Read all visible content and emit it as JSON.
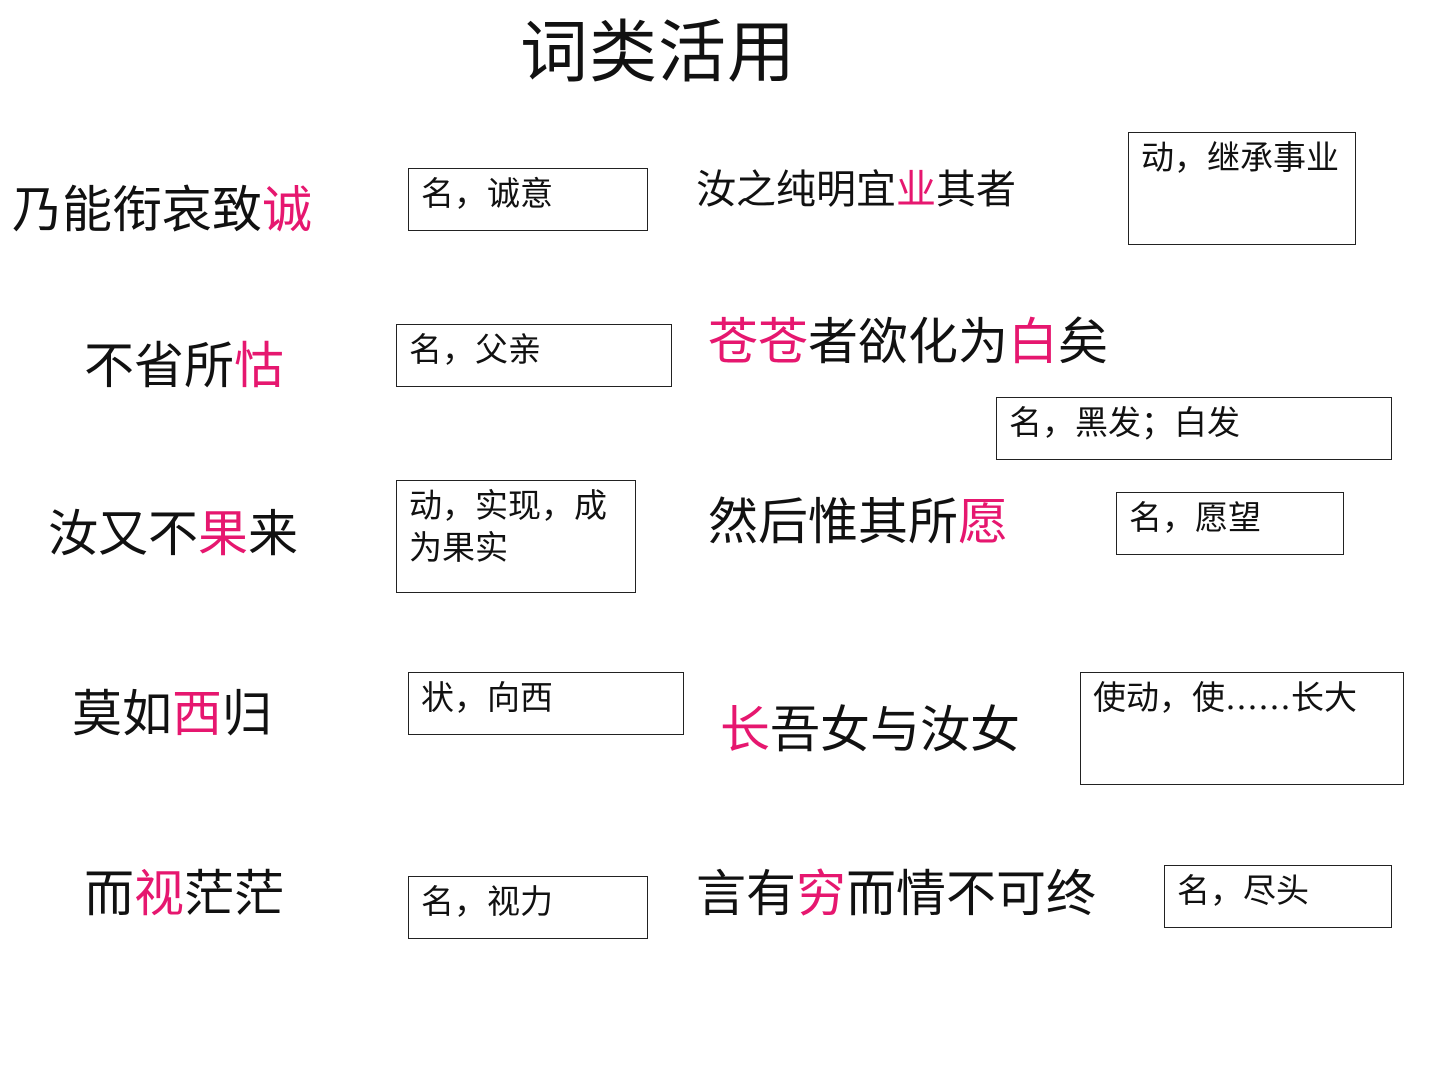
{
  "title": "词类活用",
  "highlight_color": "#e6176f",
  "items": [
    {
      "segments": [
        {
          "t": "乃能衔哀致",
          "h": false
        },
        {
          "t": "诚",
          "h": true
        }
      ],
      "note": "名，诚意"
    },
    {
      "segments": [
        {
          "t": "不省所",
          "h": false
        },
        {
          "t": "怙",
          "h": true
        }
      ],
      "note": "名，父亲"
    },
    {
      "segments": [
        {
          "t": "汝又不",
          "h": false
        },
        {
          "t": "果",
          "h": true
        },
        {
          "t": "来",
          "h": false
        }
      ],
      "note": "动，实现，成为果实"
    },
    {
      "segments": [
        {
          "t": "莫如",
          "h": false
        },
        {
          "t": "西",
          "h": true
        },
        {
          "t": "归",
          "h": false
        }
      ],
      "note": "状，向西"
    },
    {
      "segments": [
        {
          "t": "而",
          "h": false
        },
        {
          "t": "视",
          "h": true
        },
        {
          "t": "茫茫",
          "h": false
        }
      ],
      "note": "名，视力"
    },
    {
      "segments": [
        {
          "t": "汝之纯明宜",
          "h": false
        },
        {
          "t": "业",
          "h": true
        },
        {
          "t": "其者",
          "h": false
        }
      ],
      "note": "动，继承事业"
    },
    {
      "segments": [
        {
          "t": "苍苍",
          "h": true
        },
        {
          "t": "者欲化为",
          "h": false
        },
        {
          "t": "白",
          "h": true
        },
        {
          "t": "矣",
          "h": false
        }
      ],
      "note": "名，黑发；白发"
    },
    {
      "segments": [
        {
          "t": "然后惟其所",
          "h": false
        },
        {
          "t": "愿",
          "h": true
        }
      ],
      "note": "名，愿望"
    },
    {
      "segments": [
        {
          "t": "长",
          "h": true
        },
        {
          "t": "吾女与汝女",
          "h": false
        }
      ],
      "note": "使动，使……长大"
    },
    {
      "segments": [
        {
          "t": "言有",
          "h": false
        },
        {
          "t": "穷",
          "h": true
        },
        {
          "t": "而情不可终",
          "h": false
        }
      ],
      "note": "名，尽头"
    }
  ]
}
